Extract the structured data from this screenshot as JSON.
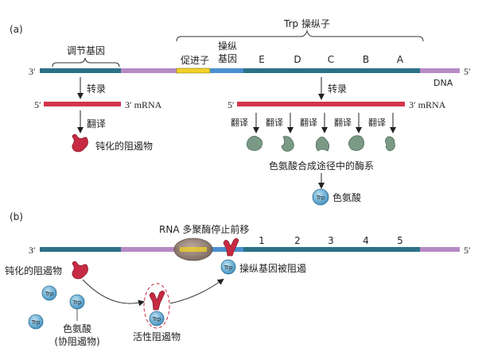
{
  "panel_a": {
    "label": "(a)",
    "operon_title": "Trp 操纵子",
    "regulator_label": "调节基因",
    "promoter_label": "促进子",
    "operator_label_line1": "操纵",
    "operator_label_line2": "基因",
    "genes": [
      "E",
      "D",
      "C",
      "B",
      "A"
    ],
    "dna_label": "DNA",
    "end_3": "3′",
    "end_5": "5′",
    "transcription": "转录",
    "translation": "翻译",
    "mrna_label": "3′ mRNA",
    "mrna_5": "5′",
    "inactive_repressor": "钝化的阻遏物",
    "enzymes_label": "色氨酸合成途径中的酶系",
    "trp_badge": "Trp",
    "tryptophan": "色氨酸"
  },
  "panel_b": {
    "label": "(b)",
    "polymerase_caption": "RNA 多聚酶停止前移",
    "gene_numbers": [
      "1",
      "2",
      "3",
      "4",
      "5"
    ],
    "end_3": "3′",
    "end_5": "5′",
    "inactive_repressor": "钝化的阻遏物",
    "trp_badge": "Trp",
    "corepressor_line1": "色氨酸",
    "corepressor_line2": "(协阻遏物)",
    "active_repressor": "活性阻遏物",
    "operator_blocked": "操纵基因被阻遏"
  },
  "colors": {
    "dna_teal": "#2b7187",
    "dna_purple": "#b68bc4",
    "promoter_yellow": "#f2d12a",
    "operator_blue": "#4a8fcf",
    "mrna_red": "#d2354a",
    "repressor_red": "#c72a43",
    "enzyme_green": "#7a9a86",
    "trp_blue": "#4e9cc9",
    "polymerase_brown": "#8a7266"
  }
}
